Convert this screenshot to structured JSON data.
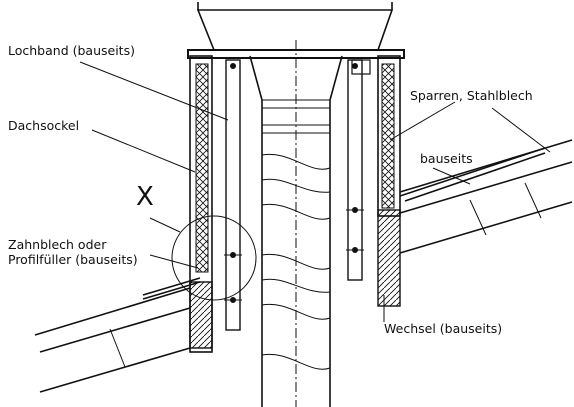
{
  "labels": {
    "lochband": "Lochband (bauseits)",
    "dachsockel": "Dachsockel",
    "detail_mark": "X",
    "zahnblech_line1": "Zahnblech oder",
    "zahnblech_line2": "Profilfüller (bauseits)",
    "sparren": "Sparren, Stahlblech",
    "bauseits": "bauseits",
    "wechsel": "Wechsel (bauseits)"
  }
}
